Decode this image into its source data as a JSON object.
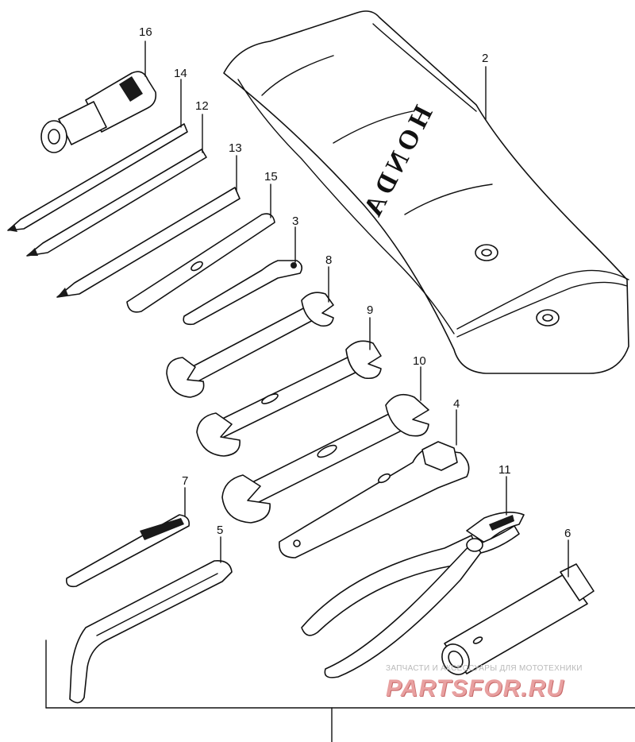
{
  "parts": [
    {
      "num": "2",
      "name": "tool-bag"
    },
    {
      "num": "3",
      "name": "pin-spanner"
    },
    {
      "num": "4",
      "name": "box-wrench-hex"
    },
    {
      "num": "5",
      "name": "hook-spanner"
    },
    {
      "num": "6",
      "name": "plug-wrench"
    },
    {
      "num": "7",
      "name": "flat-handle"
    },
    {
      "num": "8",
      "name": "open-end-wrench-small"
    },
    {
      "num": "9",
      "name": "open-end-wrench-medium"
    },
    {
      "num": "10",
      "name": "open-end-wrench-large"
    },
    {
      "num": "11",
      "name": "pliers"
    },
    {
      "num": "12",
      "name": "screwdriver-bit-12"
    },
    {
      "num": "13",
      "name": "screwdriver-bit-13"
    },
    {
      "num": "14",
      "name": "screwdriver-bit-14"
    },
    {
      "num": "15",
      "name": "extension-bar"
    },
    {
      "num": "16",
      "name": "screwdriver-grip"
    }
  ],
  "bag_brand": "HONDA",
  "watermark": {
    "caption": "ЗАПЧАСТИ И АКСЕССУАРЫ ДЛЯ МОТОТЕХНИКИ",
    "logo": "PARTSFOR.RU"
  },
  "colors": {
    "ink": "#111111",
    "watermark": "#e8a0a0"
  }
}
